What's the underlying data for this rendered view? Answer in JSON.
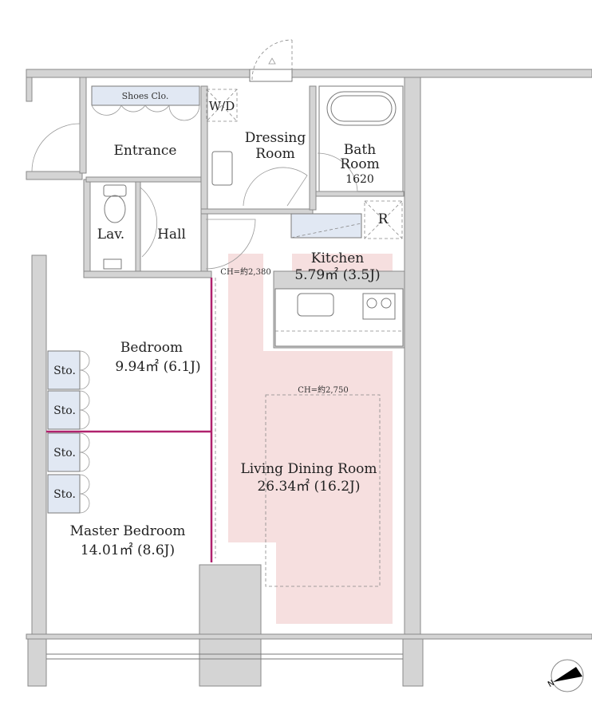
{
  "rooms": {
    "shoes_closet": "Shoes Clo.",
    "washer_dryer": "W/D",
    "dressing_room": [
      "Dressing",
      "Room"
    ],
    "bath_room": [
      "Bath",
      "Room",
      "1620"
    ],
    "entrance": "Entrance",
    "lavatory": "Lav.",
    "hall": "Hall",
    "refrigerator": "R",
    "kitchen": {
      "name": "Kitchen",
      "area": "5.79㎡ (3.5J)"
    },
    "bedroom": {
      "name": "Bedroom",
      "area": "9.94㎡ (6.1J)"
    },
    "living_dining": {
      "name": "Living Dining Room",
      "area": "26.34㎡ (16.2J)"
    },
    "master_bedroom": {
      "name": "Master Bedroom",
      "area": "14.01㎡ (8.6J)"
    },
    "storage": [
      "Sto.",
      "Sto.",
      "Sto.",
      "Sto."
    ]
  },
  "ceiling_heights": {
    "hall_side": "CH=約2,380",
    "living": "CH=約2,750"
  },
  "compass": {
    "letter": "N"
  },
  "colors": {
    "highlight": "#f6dfdf",
    "partition": "#b0226e",
    "wall": "#d4d4d4",
    "storage": "#e1e8f3"
  }
}
